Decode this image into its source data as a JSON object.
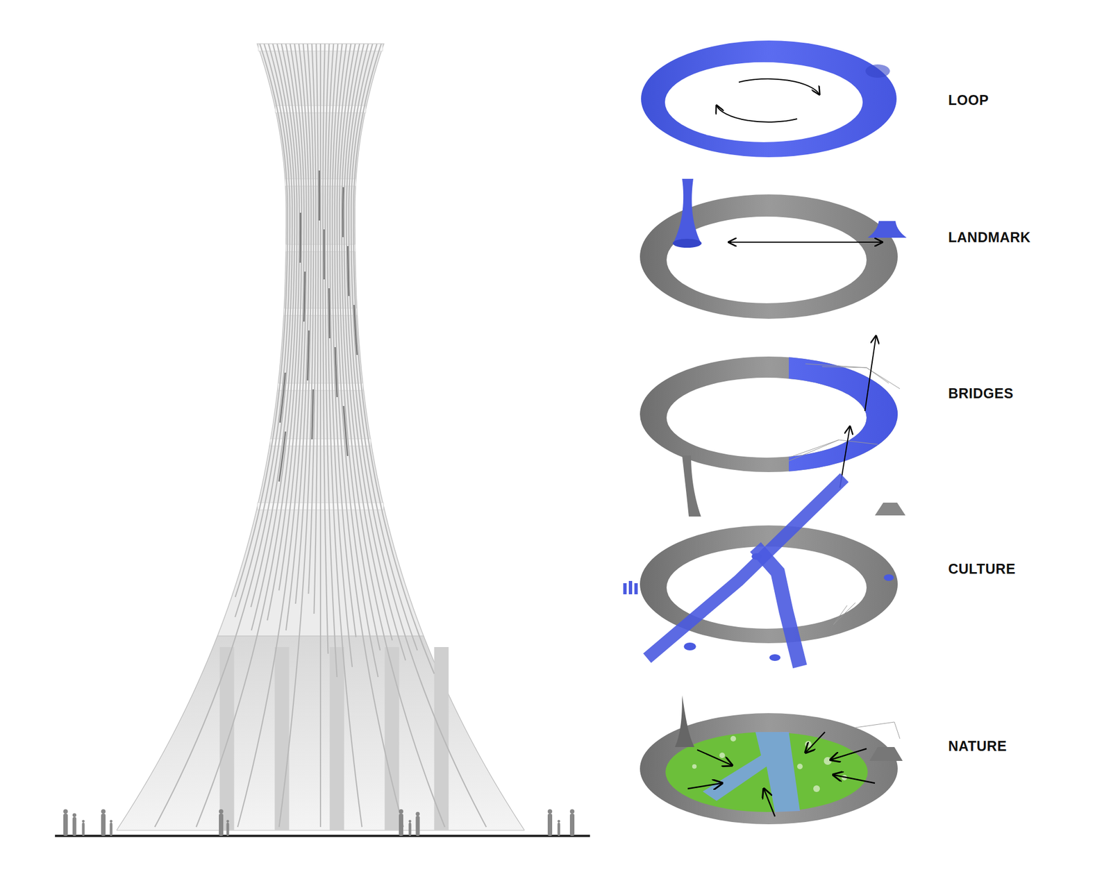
{
  "diagram": {
    "labels": [
      "LOOP",
      "LANDMARK",
      "BRIDGES",
      "CULTURE",
      "NATURE"
    ]
  }
}
